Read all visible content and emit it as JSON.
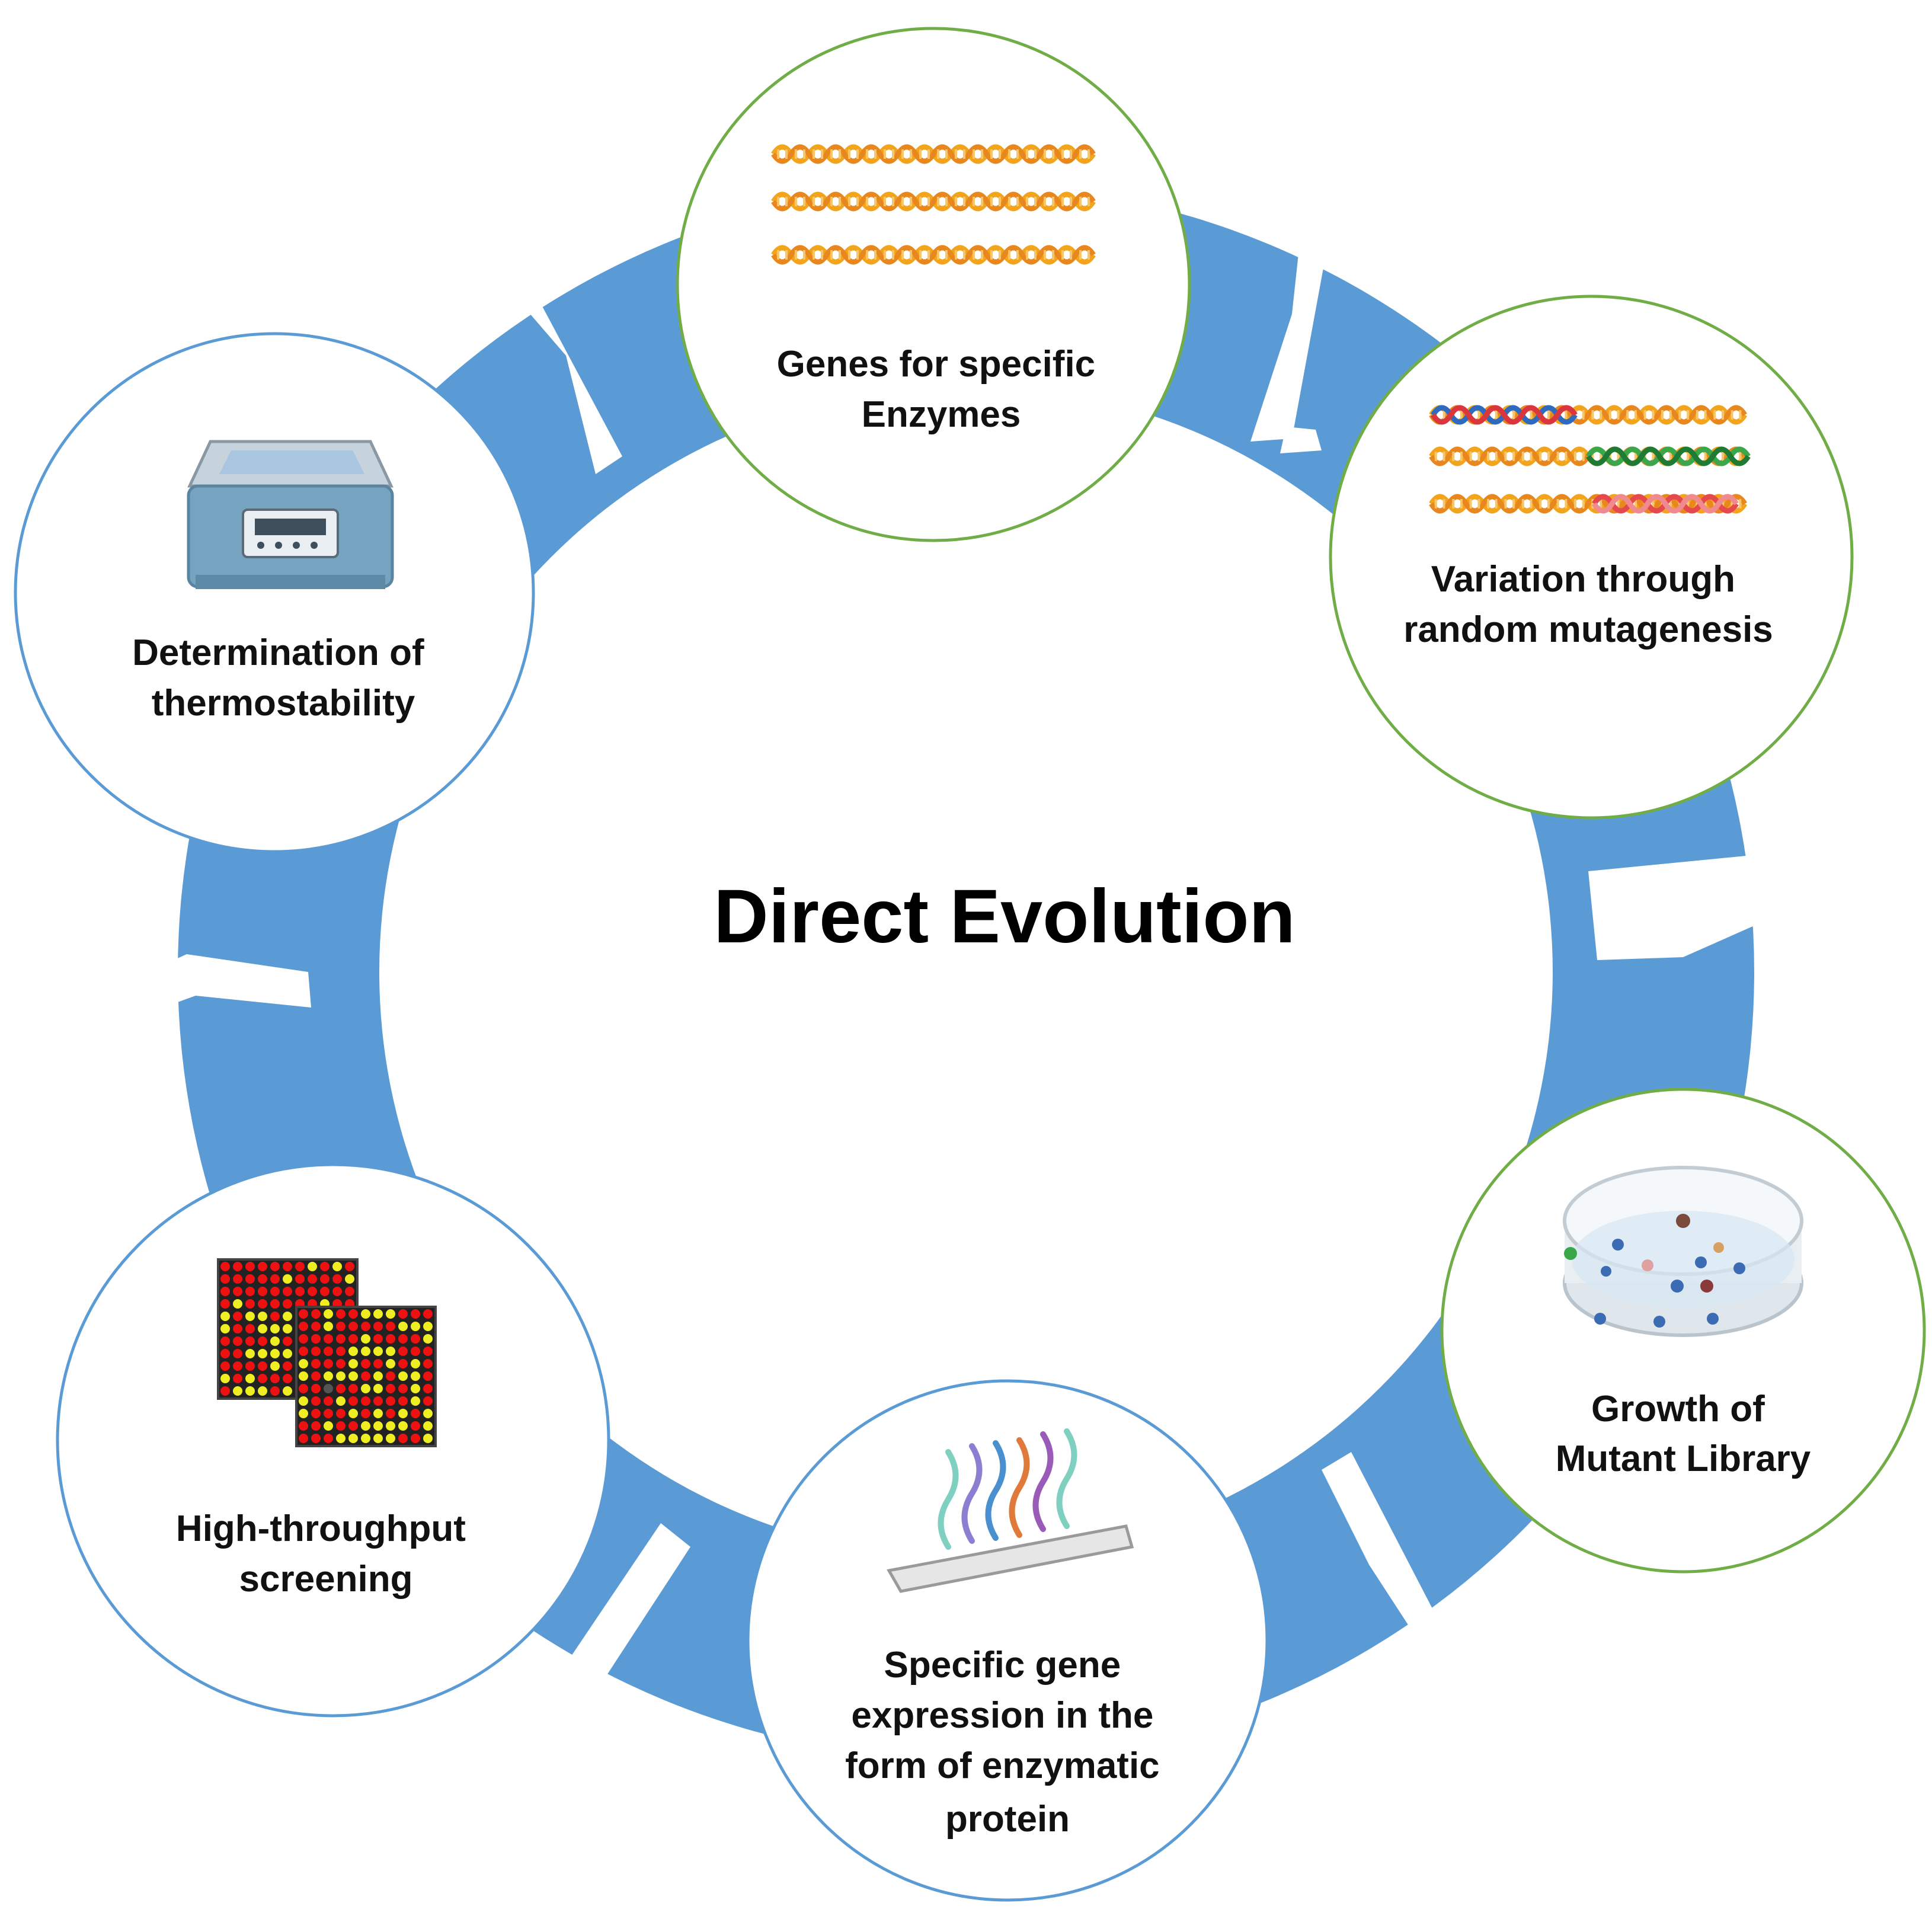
{
  "title": "Direct Evolution",
  "colors": {
    "ring": "#5b9bd5",
    "chevron": "#ffffff",
    "border_green": "#70ad47",
    "border_blue": "#5b9bd5",
    "dna_orange": "#f2a51c"
  },
  "steps": [
    {
      "name": "step-genes",
      "icon": "dna-strands-icon",
      "lines": [
        "Genes for specific",
        "Enzymes"
      ]
    },
    {
      "name": "step-variation",
      "icon": "mutated-dna-icon",
      "lines": [
        "Variation through",
        "random mutagenesis"
      ]
    },
    {
      "name": "step-growth",
      "icon": "petri-dish-icon",
      "lines": [
        "Growth of",
        "Mutant Library"
      ]
    },
    {
      "name": "step-expression",
      "icon": "protein-slide-icon",
      "lines": [
        "Specific gene",
        "expression in the",
        "form of  enzymatic",
        "protein"
      ]
    },
    {
      "name": "step-screening",
      "icon": "microarray-icon",
      "lines": [
        "High-throughput",
        "screening"
      ]
    },
    {
      "name": "step-thermo",
      "icon": "thermocycler-icon",
      "lines": [
        "Determination of",
        "thermostability"
      ]
    }
  ]
}
